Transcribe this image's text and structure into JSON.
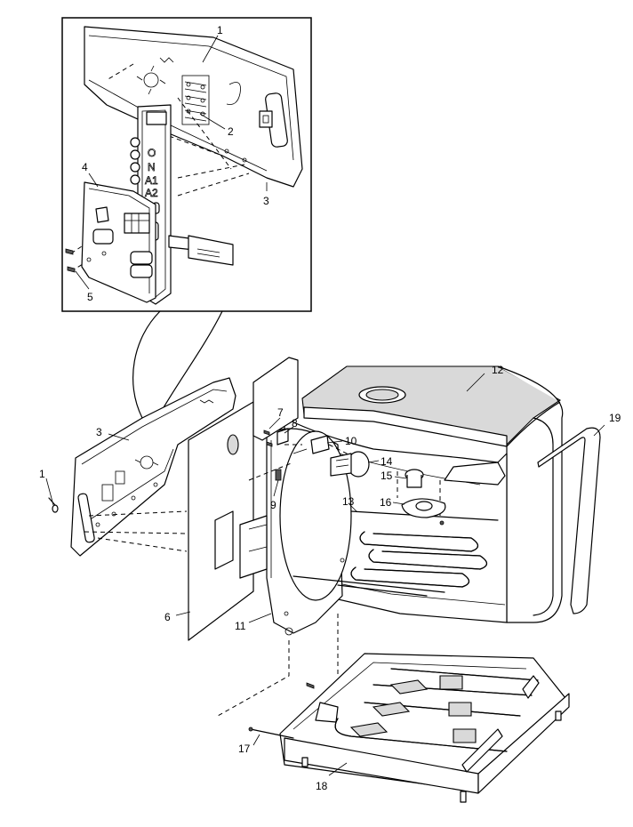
{
  "labels": {
    "l1": "1",
    "l2": "2",
    "l3": "3",
    "l4": "4",
    "l5": "5",
    "l6": "6",
    "l7": "7",
    "l8": "8",
    "l9": "9",
    "l10": "10",
    "l11": "11",
    "l12": "12",
    "l13": "13",
    "l14": "14",
    "l15": "15",
    "l16": "16",
    "l17": "17",
    "l18": "18",
    "l19": "19"
  },
  "inset_labels": {
    "i1": "1",
    "i2": "2",
    "i3": "3",
    "i4": "4",
    "i5": "5"
  },
  "panel_markings": {
    "off": "O",
    "n": "N",
    "a1": "A1",
    "a2": "A2"
  }
}
